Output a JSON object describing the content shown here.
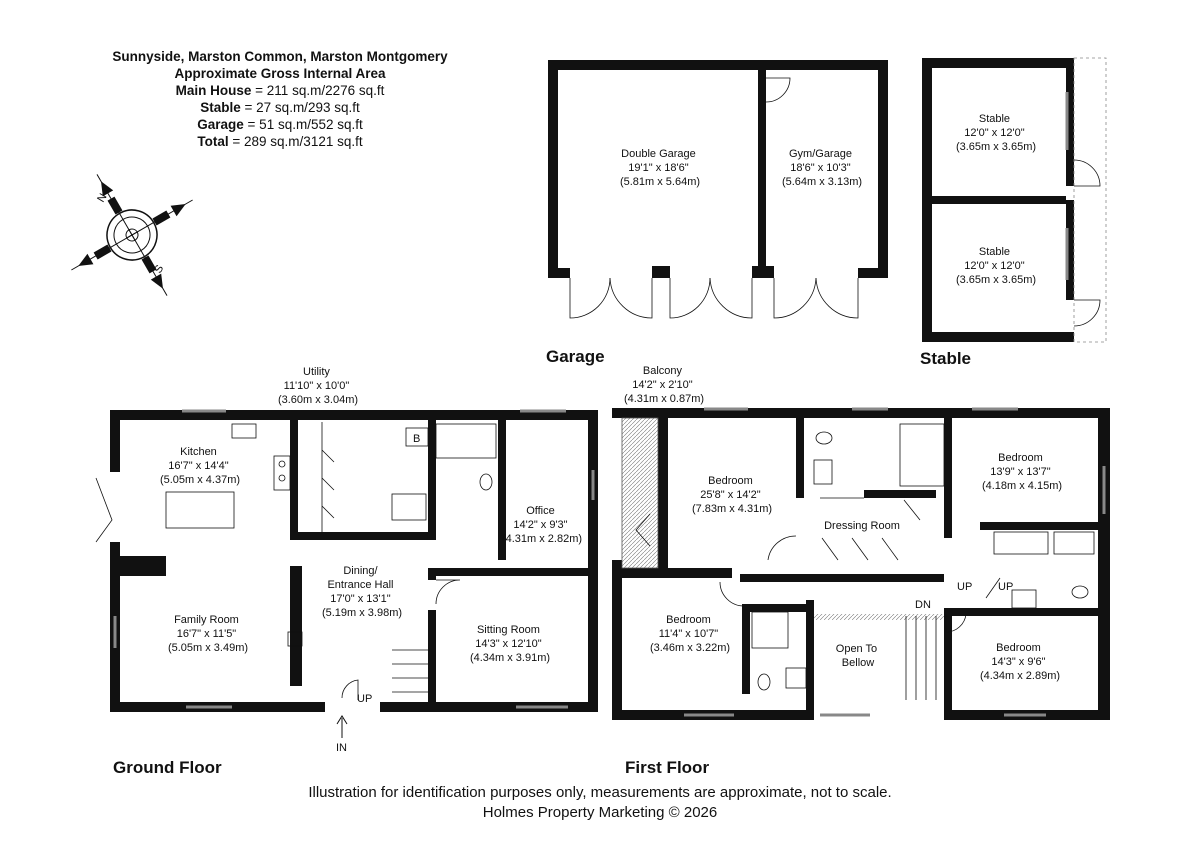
{
  "header": {
    "address": "Sunnyside, Marston Common, Marston Montgomery",
    "gia_title": "Approximate Gross Internal Area",
    "areas": [
      {
        "label": "Main House",
        "value": "= 211 sq.m/2276 sq.ft"
      },
      {
        "label": "Stable",
        "value": "= 27 sq.m/293 sq.ft"
      },
      {
        "label": "Garage",
        "value": "= 51 sq.m/552 sq.ft"
      },
      {
        "label": "Total",
        "value": "= 289 sq.m/3121 sq.ft"
      }
    ]
  },
  "compass": {
    "north": "N",
    "south": "S"
  },
  "floors": {
    "garage": "Garage",
    "stable": "Stable",
    "ground": "Ground Floor",
    "first": "First Floor"
  },
  "rooms": {
    "double_garage": [
      "Double Garage",
      "19'1\" x 18'6\"",
      "(5.81m x 5.64m)"
    ],
    "gym_garage": [
      "Gym/Garage",
      "18'6\" x 10'3\"",
      "(5.64m x 3.13m)"
    ],
    "stable_1": [
      "Stable",
      "12'0\" x 12'0\"",
      "(3.65m x 3.65m)"
    ],
    "stable_2": [
      "Stable",
      "12'0\" x 12'0\"",
      "(3.65m x 3.65m)"
    ],
    "utility": [
      "Utility",
      "11'10\" x 10'0\"",
      "(3.60m x 3.04m)"
    ],
    "kitchen": [
      "Kitchen",
      "16'7\" x 14'4\"",
      "(5.05m x 4.37m)"
    ],
    "office": [
      "Office",
      "14'2\" x 9'3\"",
      "(4.31m x 2.82m)"
    ],
    "dining": [
      "Dining/",
      "Entrance Hall",
      "17'0\" x 13'1\"",
      "(5.19m x 3.98m)"
    ],
    "family": [
      "Family Room",
      "16'7\" x 11'5\"",
      "(5.05m x 3.49m)"
    ],
    "sitting": [
      "Sitting Room",
      "14'3\" x 12'10\"",
      "(4.34m x 3.91m)"
    ],
    "balcony": [
      "Balcony",
      "14'2\" x 2'10\"",
      "(4.31m x 0.87m)"
    ],
    "bed_1": [
      "Bedroom",
      "25'8\" x 14'2\"",
      "(7.83m x 4.31m)"
    ],
    "bed_2": [
      "Bedroom",
      "13'9\" x 13'7\"",
      "(4.18m x 4.15m)"
    ],
    "dressing": [
      "Dressing Room"
    ],
    "bed_3": [
      "Bedroom",
      "11'4\" x 10'7\"",
      "(3.46m x 3.22m)"
    ],
    "open": [
      "Open To",
      "Bellow"
    ],
    "bed_4": [
      "Bedroom",
      "14'3\" x 9'6\"",
      "(4.34m x 2.89m)"
    ]
  },
  "markers": {
    "boiler": "B",
    "up": "UP",
    "dn": "DN",
    "in": "IN"
  },
  "footer": {
    "disclaimer": "Illustration for identification purposes only, measurements are approximate, not to scale.",
    "copyright": "Holmes Property Marketing © 2026"
  }
}
